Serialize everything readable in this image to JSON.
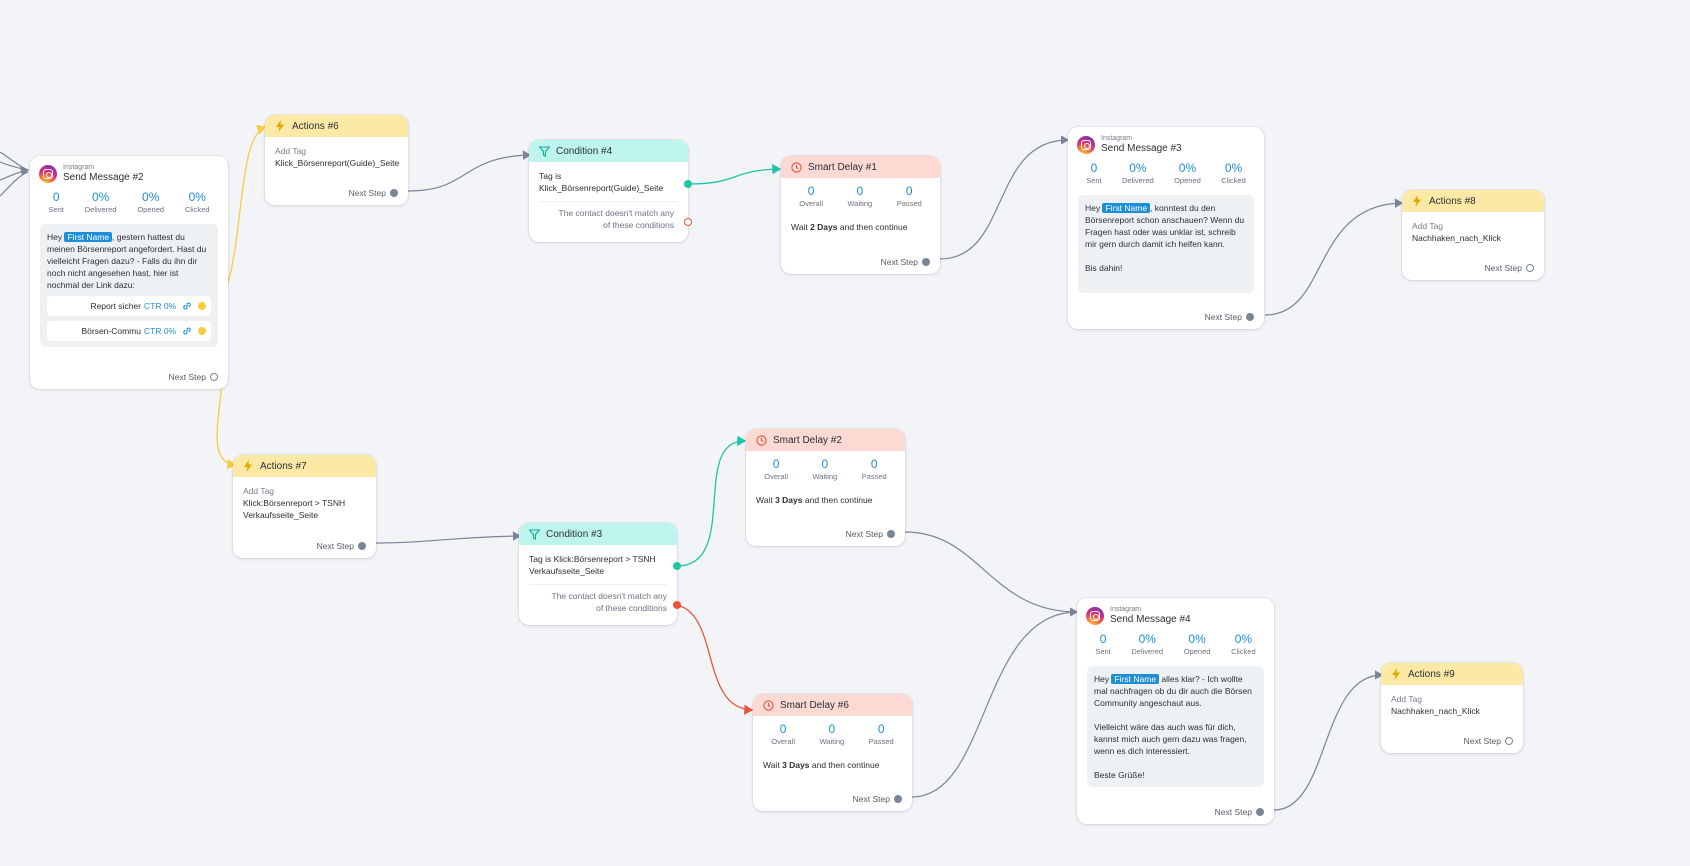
{
  "colors": {
    "canvas": "#f3f4f7",
    "accent": "#1e8ed8",
    "actions": "#fde9a6",
    "condition": "#bdf5ee",
    "delay": "#fcd9d2",
    "teal_link": "#20c4a6",
    "red_link": "#e8553b",
    "yellow_link": "#f6cc45",
    "gray_link": "#7a8598"
  },
  "common": {
    "next_step": "Next Step",
    "platform": "Instagram",
    "add_tag": "Add Tag",
    "no_match_1": "The contact doesn't match any",
    "no_match_2": "of these conditions",
    "wait": "Wait",
    "and_continue": "and then continue",
    "ctr": "CTR 0%"
  },
  "stat_labels": {
    "sent": "Sent",
    "delivered": "Delivered",
    "opened": "Opened",
    "clicked": "Clicked",
    "overall": "Overall",
    "waiting": "Waiting",
    "passed": "Passed"
  },
  "send2": {
    "title": "Send Message #2",
    "stats": {
      "sent": "0",
      "delivered": "0%",
      "opened": "0%",
      "clicked": "0%"
    },
    "text_pre": "Hey ",
    "first_name": "First Name",
    "text_post": ", gestern hattest du meinen Börsenreport angefordert. Hast du vielleicht Fragen dazu? - Falls du ihn dir noch nicht angesehen hast, hier ist nochmal der Link dazu:",
    "buttons": [
      "Report sicher",
      "Börsen-Commu"
    ]
  },
  "actions6": {
    "title": "Actions #6",
    "tag": "Klick_Börsenreport(Guide)_Seite"
  },
  "actions7": {
    "title": "Actions #7",
    "tag": "Klick:Börsenreport > TSNH Verkaufsseite_Seite"
  },
  "actions8": {
    "title": "Actions #8",
    "tag": "Nachhaken_nach_Klick"
  },
  "actions9": {
    "title": "Actions #9",
    "tag": "Nachhaken_nach_Klick"
  },
  "cond4": {
    "title": "Condition #4",
    "line1": "Tag is",
    "line2": "Klick_Börsenreport(Guide)_Seite"
  },
  "cond3": {
    "title": "Condition #3",
    "line1": "Tag is Klick:Börsenreport > TSNH",
    "line2": "Verkaufsseite_Seite"
  },
  "delay1": {
    "title": "Smart Delay #1",
    "overall": "0",
    "waiting": "0",
    "passed": "0",
    "duration": "2 Days"
  },
  "delay2": {
    "title": "Smart Delay #2",
    "overall": "0",
    "waiting": "0",
    "passed": "0",
    "duration": "3 Days"
  },
  "delay6": {
    "title": "Smart Delay #6",
    "overall": "0",
    "waiting": "0",
    "passed": "0",
    "duration": "3 Days"
  },
  "send3": {
    "title": "Send Message #3",
    "stats": {
      "sent": "0",
      "delivered": "0%",
      "opened": "0%",
      "clicked": "0%"
    },
    "text_pre": "Hey ",
    "first_name": "First Name",
    "text_post": ", konntest du den Börsenreport schon anschauen? Wenn du Fragen hast oder was unklar ist, schreib mir gern durch damit ich helfen kann.",
    "closing": "Bis dahin!"
  },
  "send4": {
    "title": "Send Message #4",
    "stats": {
      "sent": "0",
      "delivered": "0%",
      "opened": "0%",
      "clicked": "0%"
    },
    "text_pre": "Hey ",
    "first_name": "First Name",
    "text_post": " alles klar? - Ich wollte mal nachfragen ob du dir auch die Börsen Community angeschaut aus.",
    "para2": "Vielleicht wäre das auch was für dich, kannst mich auch gern dazu was fragen, wenn es dich interessiert.",
    "closing": "Beste Grüße!"
  }
}
